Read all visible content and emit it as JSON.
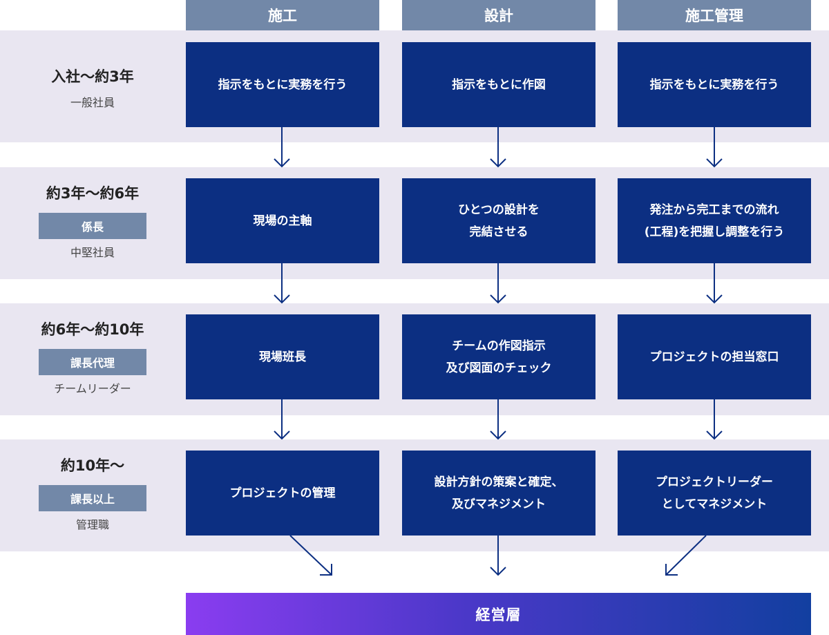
{
  "columns": [
    "施工",
    "設計",
    "施工管理"
  ],
  "stages": [
    {
      "period": "入社〜約3年",
      "badge": "",
      "sub": "一般社員"
    },
    {
      "period": "約3年〜約6年",
      "badge": "係長",
      "sub": "中堅社員"
    },
    {
      "period": "約6年〜約10年",
      "badge": "課長代理",
      "sub": "チームリーダー"
    },
    {
      "period": "約10年〜",
      "badge": "課長以上",
      "sub": "管理職"
    }
  ],
  "rows": [
    [
      [
        "指示をもとに実務を行う"
      ],
      [
        "指示をもとに作図"
      ],
      [
        "指示をもとに実務を行う"
      ]
    ],
    [
      [
        "現場の主軸"
      ],
      [
        "ひとつの設計を",
        "完結させる"
      ],
      [
        "発注から完工までの流れ",
        "(工程)を把握し調整を行う"
      ]
    ],
    [
      [
        "現場班長"
      ],
      [
        "チームの作図指示",
        "及び図面のチェック"
      ],
      [
        "プロジェクトの担当窓口"
      ]
    ],
    [
      [
        "プロジェクトの管理"
      ],
      [
        "設計方針の策案と確定、",
        "及びマネジメント"
      ],
      [
        "プロジェクトリーダー",
        "としてマネジメント"
      ]
    ]
  ],
  "management": "経営層",
  "colors": {
    "band": "#e9e6f1",
    "header": "#7288a8",
    "box": "#0c2f82",
    "arrow": "#0c2f82",
    "gradient_start": "#8a3df0",
    "gradient_end": "#123fa0"
  }
}
